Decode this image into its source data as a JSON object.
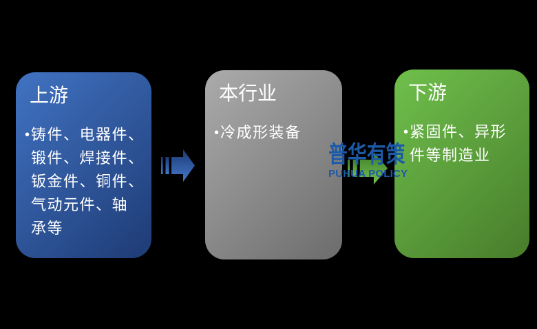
{
  "canvas": {
    "background": "#000000",
    "text_color": "#ffffff"
  },
  "boxes": [
    {
      "title": "上游",
      "marker": "•",
      "text": "铸件、电器件、\n锻件、焊接件、\n钣金件、铜件、\n气动元件、轴\n承等",
      "grad_tl": "#4173c2",
      "grad_br": "#1e3b75"
    },
    {
      "title": "本行业",
      "marker": "•",
      "text": "冷成形装备",
      "grad_tl": "#ababab",
      "grad_br": "#6c6c6c"
    },
    {
      "title": "下游",
      "marker": "•",
      "text": "紧固件、异形\n件等制造业",
      "grad_tl": "#6fc04c",
      "grad_br": "#487c2b"
    }
  ],
  "arrows": [
    {
      "direction": "right",
      "color_top": "#1c3a72",
      "color_bottom": "#4478cc"
    },
    {
      "direction": "right",
      "color_top": "#3d7f29",
      "color_bottom": "#76bd51"
    }
  ],
  "watermark": {
    "cn": "普华有策",
    "en": "PUHUA POLICY",
    "color": "#1c5aa9"
  }
}
